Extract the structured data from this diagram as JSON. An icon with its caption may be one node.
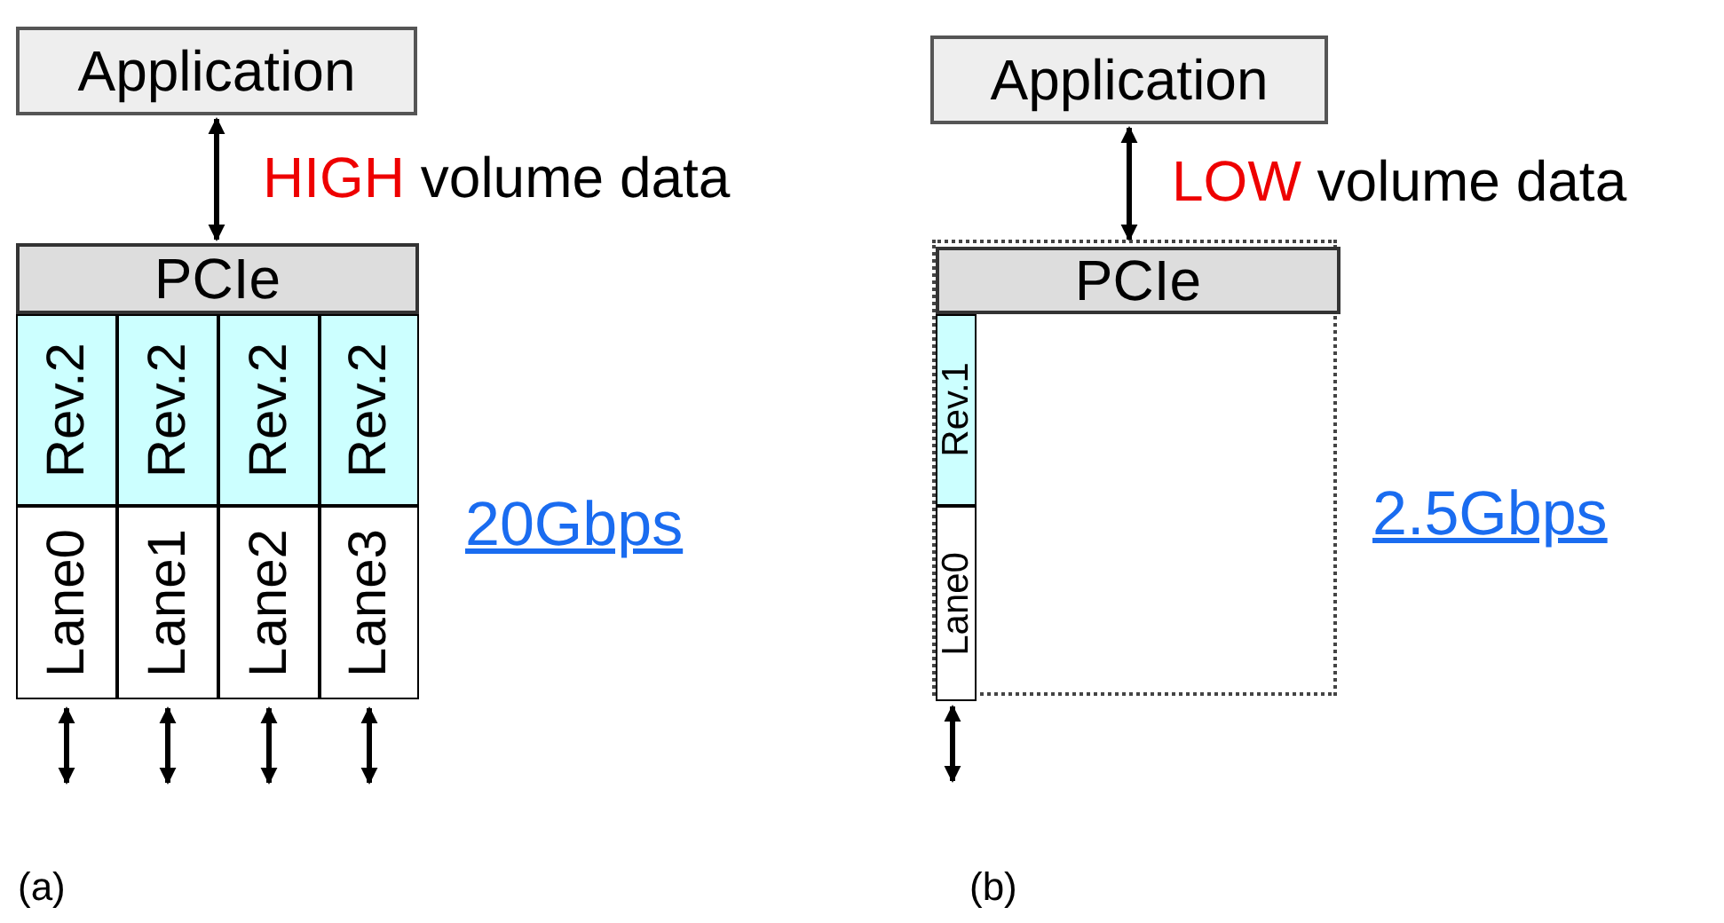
{
  "diagram": {
    "nodes": [
      {
        "text": [
          "Application"
        ]
      },
      {
        "text": [
          "PCIe"
        ]
      },
      {
        "text": [
          "Rev.2"
        ]
      },
      {
        "text": [
          "Rev.2"
        ]
      },
      {
        "text": [
          "Rev.2"
        ]
      },
      {
        "text": [
          "Rev.2"
        ]
      },
      {
        "text": [
          "Lane0"
        ]
      },
      {
        "text": [
          "Lane1"
        ]
      },
      {
        "text": [
          "Lane2"
        ]
      },
      {
        "text": [
          "Lane3"
        ]
      },
      {
        "text": [
          "Application"
        ]
      },
      {
        "text": [],
        "shape": "box"
      },
      {
        "text": [
          "PCIe"
        ],
        "in": 11
      },
      {
        "text": [
          "Rev.1"
        ],
        "in": 11
      },
      {
        "text": [
          "Lane0"
        ],
        "in": 11
      }
    ],
    "edges": [
      {
        "from": 0,
        "to": 1,
        "arrow": "both",
        "label": "HIGH volume data"
      },
      {
        "from": 6,
        "to": null,
        "arrow": "both"
      },
      {
        "from": 7,
        "to": null,
        "arrow": "both"
      },
      {
        "from": 8,
        "to": null,
        "arrow": "both"
      },
      {
        "from": 9,
        "to": null,
        "arrow": "both"
      },
      {
        "from": 10,
        "to": 12,
        "arrow": "both",
        "label": "LOW volume data"
      },
      {
        "from": 14,
        "to": null,
        "arrow": "both"
      }
    ],
    "labels": [
      "20Gbps",
      "2.5Gbps",
      "(a)",
      "(b)"
    ]
  }
}
